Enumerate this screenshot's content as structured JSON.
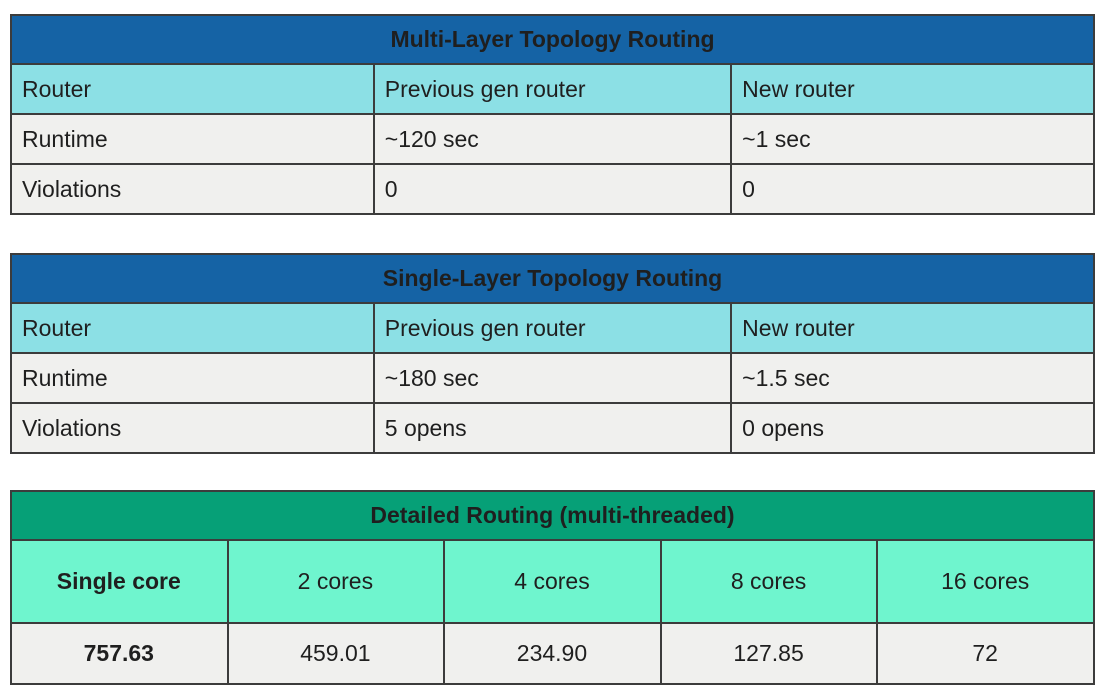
{
  "colors": {
    "topology_title_bar": "#1563a5",
    "topology_header_row": "#8ce0e5",
    "detailed_title_bar": "#06a077",
    "detailed_header_row": "#6ff5ce",
    "data_row_bg": "#f0f0ee",
    "grid_border": "#3c3c3c",
    "title_text": "#ffffff",
    "cell_text": "#1f1f1f"
  },
  "chart_data": [
    {
      "type": "table",
      "title": "Multi-Layer Topology Routing",
      "columns": [
        "Router",
        "Previous gen router",
        "New router"
      ],
      "rows": [
        [
          "Runtime",
          "~120 sec",
          "~1 sec"
        ],
        [
          "Violations",
          "0",
          "0"
        ]
      ]
    },
    {
      "type": "table",
      "title": "Single-Layer Topology Routing",
      "columns": [
        "Router",
        "Previous gen router",
        "New router"
      ],
      "rows": [
        [
          "Runtime",
          "~180 sec",
          "~1.5 sec"
        ],
        [
          "Violations",
          "5 opens",
          "0 opens"
        ]
      ]
    },
    {
      "type": "table",
      "title": "Detailed Routing (multi-threaded)",
      "columns": [
        "Single core",
        "2 cores",
        "4 cores",
        "8 cores",
        "16 cores"
      ],
      "rows": [
        [
          "757.63",
          "459.01",
          "234.90",
          "127.85",
          "72"
        ]
      ]
    }
  ]
}
